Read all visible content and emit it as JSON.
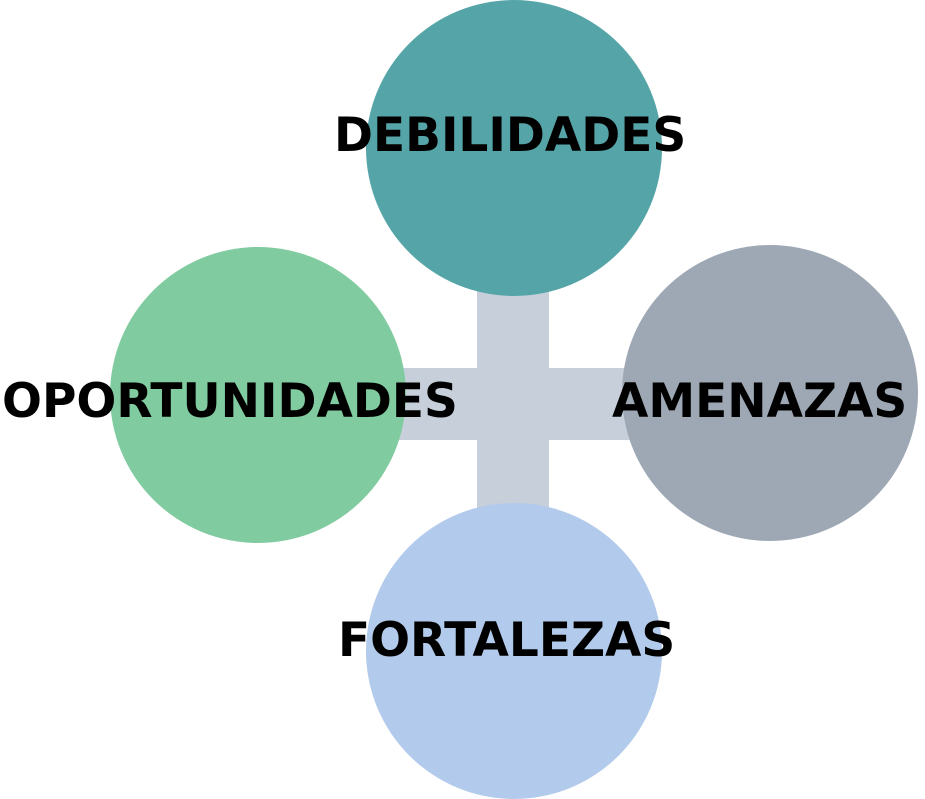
{
  "diagram": {
    "nodes": [
      {
        "id": "debilidades",
        "label": "DEBILIDADES",
        "color": "#55a5a8"
      },
      {
        "id": "oportunidades",
        "label": "OPORTUNIDADES",
        "color": "#80cb9f"
      },
      {
        "id": "amenazas",
        "label": "AMENAZAS",
        "color": "#9da8b4"
      },
      {
        "id": "fortalezas",
        "label": "FORTALEZAS",
        "color": "#b2caeb"
      }
    ],
    "connector_color": "#c6cfda"
  }
}
